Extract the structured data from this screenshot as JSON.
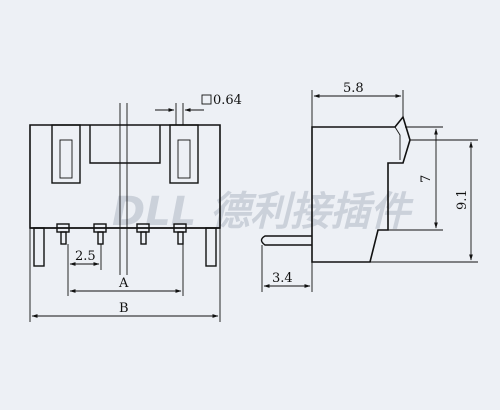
{
  "dimensions": {
    "pin_size": "0.64",
    "pitch": "2.5",
    "a": "A",
    "b": "B",
    "depth": "5.8",
    "height_inner": "7",
    "height_total": "9.1",
    "pin_length": "3.4"
  },
  "watermark": "DLL 德利接插件",
  "colors": {
    "background": "#edf0f5",
    "line": "#111111",
    "watermark": "#c6ccd6"
  }
}
